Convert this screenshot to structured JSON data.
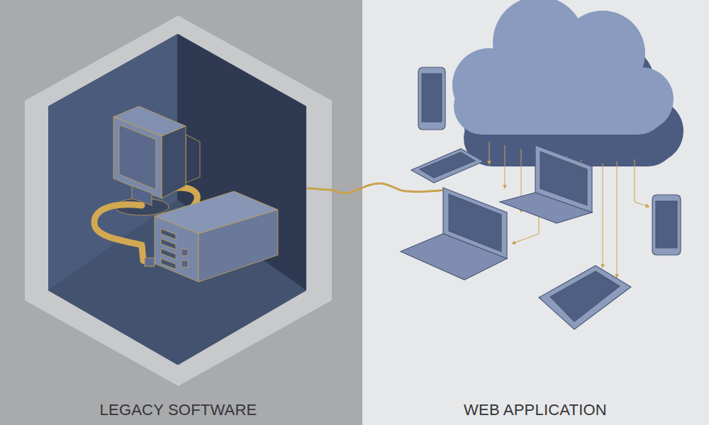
{
  "diagram": {
    "nodes": [
      {
        "text": [
          "LEGACY SOFTWARE"
        ]
      },
      {
        "text": [
          "WEB APPLICATION"
        ]
      }
    ],
    "edges": [
      {
        "from": 0,
        "to": 1,
        "arrow": "none"
      }
    ]
  }
}
